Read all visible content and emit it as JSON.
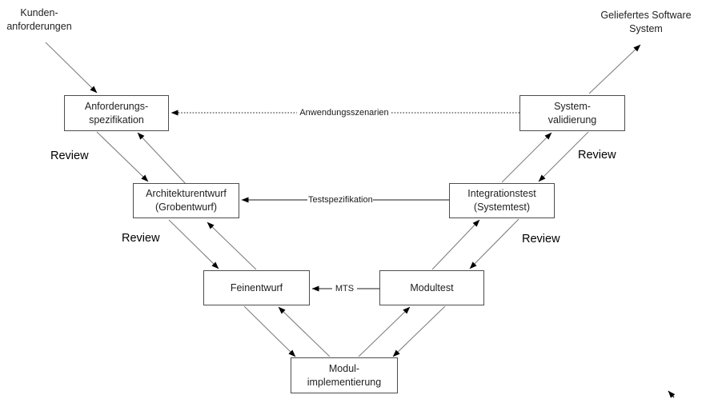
{
  "nodes": {
    "anforderungsspezifikation": {
      "line1": "Anforderungs-",
      "line2": "spezifikation"
    },
    "systemvalidierung": {
      "line1": "System-",
      "line2": "validierung"
    },
    "architekturentwurf": {
      "line1": "Architekturentwurf",
      "line2": "(Grobentwurf)"
    },
    "integrationstest": {
      "line1": "Integrationstest",
      "line2": "(Systemtest)"
    },
    "feinentwurf": {
      "line1": "Feinentwurf"
    },
    "modultest": {
      "line1": "Modultest"
    },
    "modulimplementierung": {
      "line1": "Modul-",
      "line2": "implementierung"
    }
  },
  "external_labels": {
    "kundenanforderungen": {
      "line1": "Kunden-",
      "line2": "anforderungen"
    },
    "geliefertes_software_system": {
      "line1": "Geliefertes Software",
      "line2": "System"
    }
  },
  "edge_labels": {
    "anwendungsszenarien": "Anwendungsszenarien",
    "testspezifikation": "Testspezifikation",
    "mts": "MTS",
    "review": "Review"
  },
  "colors": {
    "box_border": "#4d4d4d",
    "box_fill": "#ffffff",
    "text": "#1f1f1f",
    "line": "#7f7f7f",
    "hline": "#1a1a1a",
    "arrow": "#000000"
  }
}
